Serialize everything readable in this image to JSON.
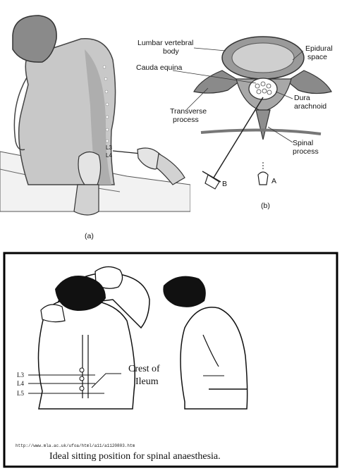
{
  "panel_a": {
    "vertebra_levels": [
      "L3",
      "L4"
    ],
    "caption": "(a)"
  },
  "panel_b": {
    "labels": {
      "lumbar_vertebral_body_line1": "Lumbar vertebral",
      "lumbar_vertebral_body_line2": "body",
      "epidural_space_line1": "Epidural",
      "epidural_space_line2": "space",
      "cauda_equina": "Cauda equina",
      "transverse_process_line1": "Transverse",
      "transverse_process_line2": "process",
      "dura_arachnoid_line1": "Dura",
      "dura_arachnoid_line2": "arachnoid",
      "spinal_process_line1": "Spinal",
      "spinal_process_line2": "process",
      "needle_b": "B",
      "needle_a": "A"
    },
    "caption": "(b)"
  },
  "panel_bottom": {
    "levels": [
      "L3",
      "L4",
      "L5"
    ],
    "crest_line1": "Crest of",
    "crest_line2": "Ileum",
    "url": "http://www.mla.ac.uk/ufoa/html/a11/a1120803.htm",
    "caption": "Ideal sitting position for spinal anaesthesia."
  }
}
